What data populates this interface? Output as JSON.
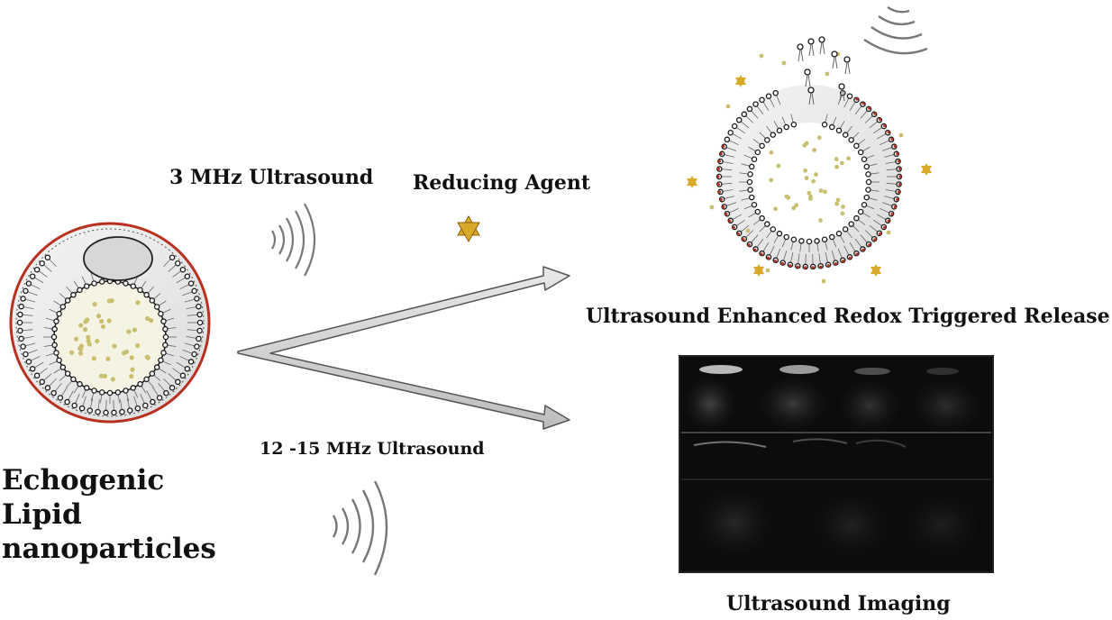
{
  "labels": {
    "ultrasound_3mhz": "3 MHz Ultrasound",
    "reducing_agent": "Reducing Agent",
    "ultrasound_12_15mhz": "12 -15 MHz Ultrasound",
    "echogenic_lipid": "Echogenic Lipid nanoparticles",
    "release": "Ultrasound Enhanced Redox Triggered Release",
    "imaging": "Ultrasound Imaging"
  },
  "colors": {
    "membrane_red": "#b83020",
    "lipid_dark": "#1a1a1a",
    "cargo_yellow": "#c8c070",
    "reducing_agent_gold": "#d9a92a",
    "imaging_bg": "#0c0c0c"
  },
  "icons": {
    "sound_wave": "sound-wave-icon",
    "reducing_agent": "star-of-david-icon"
  }
}
